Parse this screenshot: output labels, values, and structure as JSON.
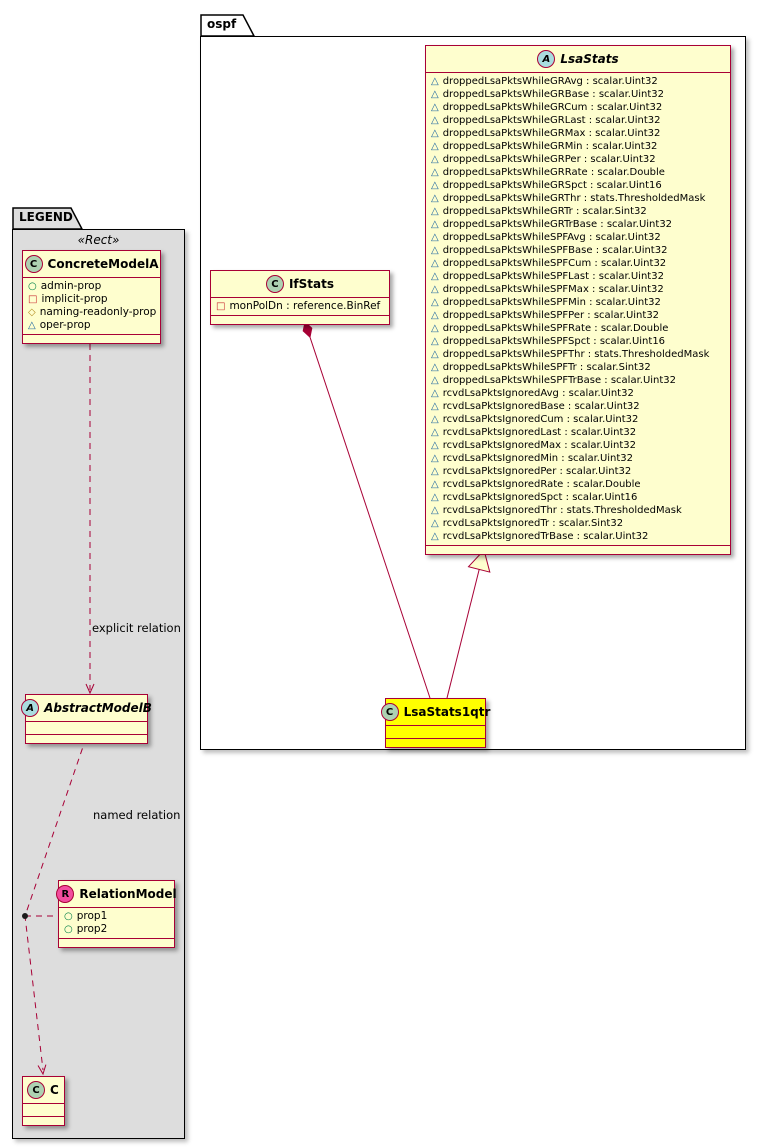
{
  "packages": {
    "ospf": {
      "label": "ospf"
    },
    "legend": {
      "label": "LEGEND",
      "stereotype": "«Rect»"
    }
  },
  "classes": {
    "lsaStats": {
      "name": "LsaStats",
      "letter": "A",
      "abstract": true,
      "attributes": [
        {
          "icon": "triangle",
          "text": "droppedLsaPktsWhileGRAvg : scalar.Uint32"
        },
        {
          "icon": "triangle",
          "text": "droppedLsaPktsWhileGRBase : scalar.Uint32"
        },
        {
          "icon": "triangle",
          "text": "droppedLsaPktsWhileGRCum : scalar.Uint32"
        },
        {
          "icon": "triangle",
          "text": "droppedLsaPktsWhileGRLast : scalar.Uint32"
        },
        {
          "icon": "triangle",
          "text": "droppedLsaPktsWhileGRMax : scalar.Uint32"
        },
        {
          "icon": "triangle",
          "text": "droppedLsaPktsWhileGRMin : scalar.Uint32"
        },
        {
          "icon": "triangle",
          "text": "droppedLsaPktsWhileGRPer : scalar.Uint32"
        },
        {
          "icon": "triangle",
          "text": "droppedLsaPktsWhileGRRate : scalar.Double"
        },
        {
          "icon": "triangle",
          "text": "droppedLsaPktsWhileGRSpct : scalar.Uint16"
        },
        {
          "icon": "triangle",
          "text": "droppedLsaPktsWhileGRThr : stats.ThresholdedMask"
        },
        {
          "icon": "triangle",
          "text": "droppedLsaPktsWhileGRTr : scalar.Sint32"
        },
        {
          "icon": "triangle",
          "text": "droppedLsaPktsWhileGRTrBase : scalar.Uint32"
        },
        {
          "icon": "triangle",
          "text": "droppedLsaPktsWhileSPFAvg : scalar.Uint32"
        },
        {
          "icon": "triangle",
          "text": "droppedLsaPktsWhileSPFBase : scalar.Uint32"
        },
        {
          "icon": "triangle",
          "text": "droppedLsaPktsWhileSPFCum : scalar.Uint32"
        },
        {
          "icon": "triangle",
          "text": "droppedLsaPktsWhileSPFLast : scalar.Uint32"
        },
        {
          "icon": "triangle",
          "text": "droppedLsaPktsWhileSPFMax : scalar.Uint32"
        },
        {
          "icon": "triangle",
          "text": "droppedLsaPktsWhileSPFMin : scalar.Uint32"
        },
        {
          "icon": "triangle",
          "text": "droppedLsaPktsWhileSPFPer : scalar.Uint32"
        },
        {
          "icon": "triangle",
          "text": "droppedLsaPktsWhileSPFRate : scalar.Double"
        },
        {
          "icon": "triangle",
          "text": "droppedLsaPktsWhileSPFSpct : scalar.Uint16"
        },
        {
          "icon": "triangle",
          "text": "droppedLsaPktsWhileSPFThr : stats.ThresholdedMask"
        },
        {
          "icon": "triangle",
          "text": "droppedLsaPktsWhileSPFTr : scalar.Sint32"
        },
        {
          "icon": "triangle",
          "text": "droppedLsaPktsWhileSPFTrBase : scalar.Uint32"
        },
        {
          "icon": "triangle",
          "text": "rcvdLsaPktsIgnoredAvg : scalar.Uint32"
        },
        {
          "icon": "triangle",
          "text": "rcvdLsaPktsIgnoredBase : scalar.Uint32"
        },
        {
          "icon": "triangle",
          "text": "rcvdLsaPktsIgnoredCum : scalar.Uint32"
        },
        {
          "icon": "triangle",
          "text": "rcvdLsaPktsIgnoredLast : scalar.Uint32"
        },
        {
          "icon": "triangle",
          "text": "rcvdLsaPktsIgnoredMax : scalar.Uint32"
        },
        {
          "icon": "triangle",
          "text": "rcvdLsaPktsIgnoredMin : scalar.Uint32"
        },
        {
          "icon": "triangle",
          "text": "rcvdLsaPktsIgnoredPer : scalar.Uint32"
        },
        {
          "icon": "triangle",
          "text": "rcvdLsaPktsIgnoredRate : scalar.Double"
        },
        {
          "icon": "triangle",
          "text": "rcvdLsaPktsIgnoredSpct : scalar.Uint16"
        },
        {
          "icon": "triangle",
          "text": "rcvdLsaPktsIgnoredThr : stats.ThresholdedMask"
        },
        {
          "icon": "triangle",
          "text": "rcvdLsaPktsIgnoredTr : scalar.Sint32"
        },
        {
          "icon": "triangle",
          "text": "rcvdLsaPktsIgnoredTrBase : scalar.Uint32"
        }
      ]
    },
    "ifStats": {
      "name": "IfStats",
      "letter": "C",
      "attributes": [
        {
          "icon": "square",
          "text": "monPolDn : reference.BinRef"
        }
      ]
    },
    "lsaStats1qtr": {
      "name": "LsaStats1qtr",
      "letter": "C"
    },
    "concreteModelA": {
      "name": "ConcreteModelA",
      "letter": "C",
      "attributes": [
        {
          "icon": "circle",
          "text": "admin-prop"
        },
        {
          "icon": "square",
          "text": "implicit-prop"
        },
        {
          "icon": "diamond",
          "text": "naming-readonly-prop"
        },
        {
          "icon": "triangle",
          "text": "oper-prop"
        }
      ]
    },
    "abstractModelB": {
      "name": "AbstractModelB",
      "letter": "A",
      "abstract": true
    },
    "relationModel": {
      "name": "RelationModel",
      "letter": "R",
      "attributes": [
        {
          "icon": "circle",
          "text": "prop1"
        },
        {
          "icon": "circle",
          "text": "prop2"
        }
      ]
    },
    "classC": {
      "name": "C",
      "letter": "C"
    }
  },
  "edges": {
    "explicit_relation_label": "explicit relation",
    "named_relation_label": "named relation"
  },
  "icon_glyphs": {
    "circle": "○",
    "square": "□",
    "diamond": "◇",
    "triangle": "△"
  },
  "colors": {
    "class_border": "#A80036",
    "class_bg": "#FEFECE",
    "highlight_bg": "#FFFF00",
    "legend_bg": "#DDDDDD",
    "spot_class": "#ADD1B2",
    "spot_abstract": "#A9DCDF",
    "spot_relation": "#F24D9E"
  }
}
